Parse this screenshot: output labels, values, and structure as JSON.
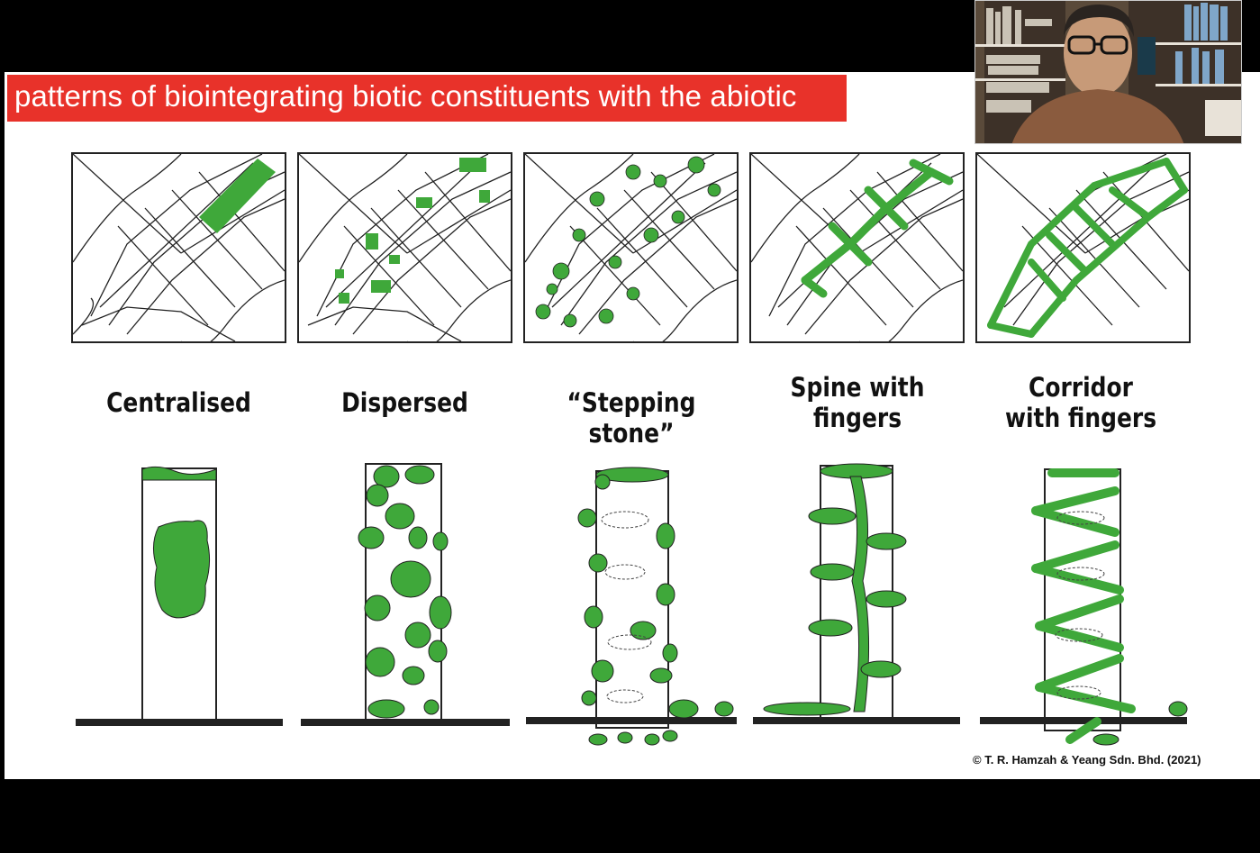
{
  "slide": {
    "title": "patterns of biointegrating biotic constituents with the abiotic",
    "copyright": "© T. R. Hamzah & Yeang Sdn. Bhd.  (2021)"
  },
  "patterns": [
    {
      "label": "Centralised"
    },
    {
      "label": "Dispersed"
    },
    {
      "label": "“Stepping stone”"
    },
    {
      "label": "Spine with fingers"
    },
    {
      "label": "Corridor with fingers"
    }
  ],
  "colors": {
    "title_bg": "#e8322a",
    "title_text": "#ffffff",
    "green": "#3fa83a",
    "ink": "#222222"
  },
  "webcam": {
    "icon": "presenter-video-feed"
  }
}
